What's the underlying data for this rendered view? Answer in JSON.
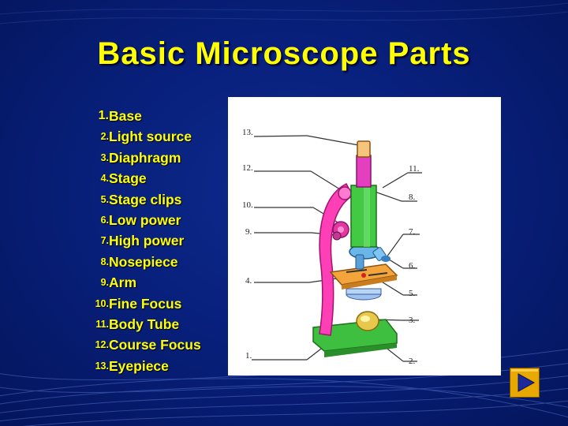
{
  "slide": {
    "title": "Basic Microscope Parts",
    "parts": [
      {
        "number": "1.",
        "name": "Base"
      },
      {
        "number": "2.",
        "name": "Light source"
      },
      {
        "number": "3.",
        "name": "Diaphragm"
      },
      {
        "number": "4.",
        "name": "Stage"
      },
      {
        "number": "5.",
        "name": "Stage clips"
      },
      {
        "number": "6.",
        "name": "Low power"
      },
      {
        "number": "7.",
        "name": "High power"
      },
      {
        "number": "8.",
        "name": "Nosepiece"
      },
      {
        "number": "9.",
        "name": "Arm"
      },
      {
        "number": "10.",
        "name": "Fine Focus"
      },
      {
        "number": "11.",
        "name": "Body Tube"
      },
      {
        "number": "12.",
        "name": "Course Focus"
      },
      {
        "number": "13.",
        "name": "Eyepiece"
      }
    ]
  },
  "diagram": {
    "labels_left": [
      "13.",
      "12.",
      "10.",
      "9.",
      "4.",
      "1."
    ],
    "labels_right": [
      "11.",
      "8.",
      "7.",
      "6.",
      "5.",
      "3.",
      "2."
    ]
  },
  "navigation": {
    "next_icon": "play-triangle-icon"
  },
  "colors": {
    "background": "#08207c",
    "text": "#ffff00",
    "nav_button": "#f0b400"
  }
}
